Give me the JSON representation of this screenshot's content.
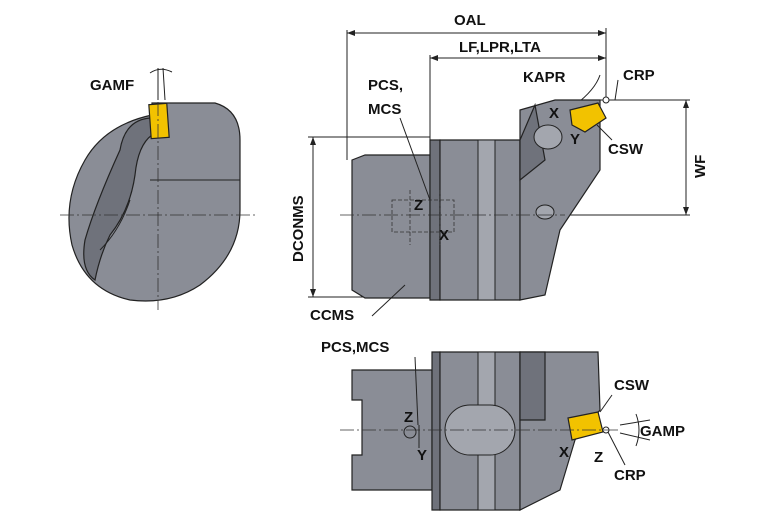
{
  "labels": {
    "gamf": "GAMF",
    "oal": "OAL",
    "lf_lpr_lta": "LF,LPR,LTA",
    "kapr": "KAPR",
    "crp_top": "CRP",
    "pcs_top": "PCS,",
    "mcs_top": "MCS",
    "x_top": "X",
    "y_top": "Y",
    "csw_top": "CSW",
    "wf": "WF",
    "dconms": "DCONMS",
    "z_mid": "Z",
    "x_mid": "X",
    "ccms": "CCMS",
    "pcs_mcs_bottom": "PCS,MCS",
    "csw_bottom": "CSW",
    "z_bot": "Z",
    "y_bot": "Y",
    "gamp": "GAMP",
    "x_bot": "X",
    "z_bot2": "Z",
    "crp_bottom": "CRP"
  },
  "colors": {
    "body": "#8a8d96",
    "insert": "#f2c200",
    "line": "#222222"
  }
}
